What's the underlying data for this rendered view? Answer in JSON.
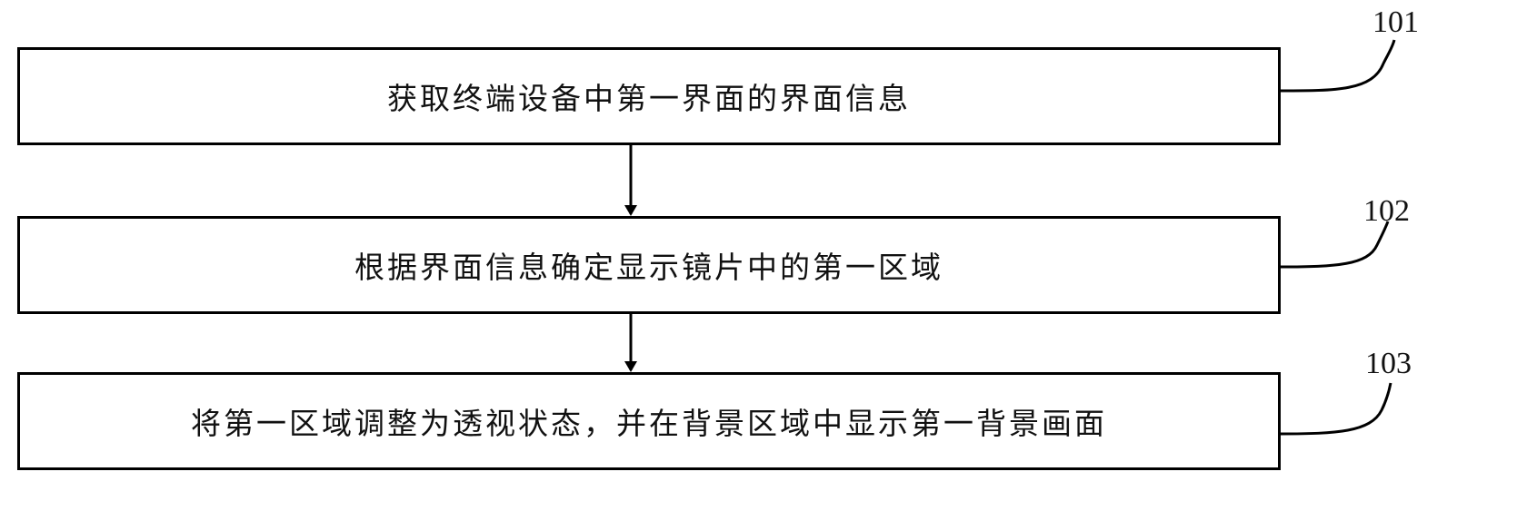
{
  "diagram": {
    "type": "flowchart",
    "steps": [
      {
        "ref": "101",
        "text": "获取终端设备中第一界面的界面信息"
      },
      {
        "ref": "102",
        "text": "根据界面信息确定显示镜片中的第一区域"
      },
      {
        "ref": "103",
        "text": "将第一区域调整为透视状态，并在背景区域中显示第一背景画面"
      }
    ],
    "edges": [
      {
        "from": "101",
        "to": "102"
      },
      {
        "from": "102",
        "to": "103"
      }
    ],
    "colors": {
      "stroke": "#000000",
      "text": "#111111",
      "background": "#ffffff"
    }
  }
}
